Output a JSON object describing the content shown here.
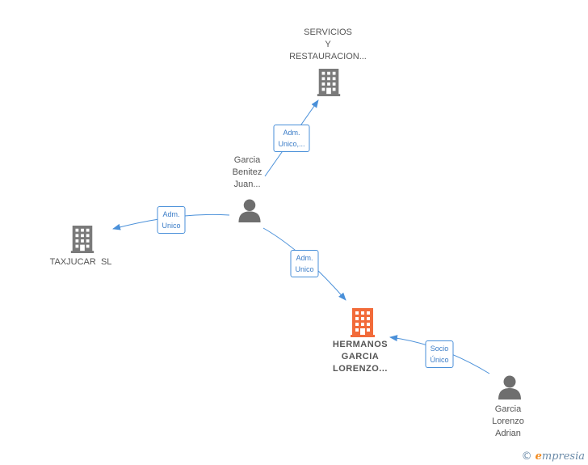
{
  "colors": {
    "edge": "#4a90d9",
    "company": "#7a7a7a",
    "focus_company": "#f26b3a",
    "person": "#6e6e6e"
  },
  "nodes": {
    "servicios": {
      "type": "company",
      "icon": "building-icon",
      "lines": [
        "SERVICIOS",
        "Y",
        "RESTAURACION..."
      ]
    },
    "taxjucar": {
      "type": "company",
      "icon": "building-icon",
      "lines": [
        "TAXJUCAR  SL"
      ]
    },
    "hermanos": {
      "type": "company-focus",
      "icon": "building-icon",
      "lines": [
        "HERMANOS",
        "GARCIA",
        "LORENZO..."
      ]
    },
    "garcia_benitez": {
      "type": "person",
      "icon": "person-icon",
      "lines": [
        "Garcia",
        "Benitez",
        "Juan..."
      ]
    },
    "garcia_lorenzo": {
      "type": "person",
      "icon": "person-icon",
      "lines": [
        "Garcia",
        "Lorenzo",
        "Adrian"
      ]
    }
  },
  "edges": [
    {
      "id": "e1",
      "from": "garcia_benitez",
      "to": "servicios",
      "label": [
        "Adm.",
        "Unico,..."
      ]
    },
    {
      "id": "e2",
      "from": "garcia_benitez",
      "to": "taxjucar",
      "label": [
        "Adm.",
        "Unico"
      ]
    },
    {
      "id": "e3",
      "from": "garcia_benitez",
      "to": "hermanos",
      "label": [
        "Adm.",
        "Unico"
      ]
    },
    {
      "id": "e4",
      "from": "garcia_lorenzo",
      "to": "hermanos",
      "label": [
        "Socio",
        "Único"
      ]
    }
  ],
  "footer": {
    "copyright": "©",
    "brand_e": "e",
    "brand_rest": "mpresia"
  }
}
